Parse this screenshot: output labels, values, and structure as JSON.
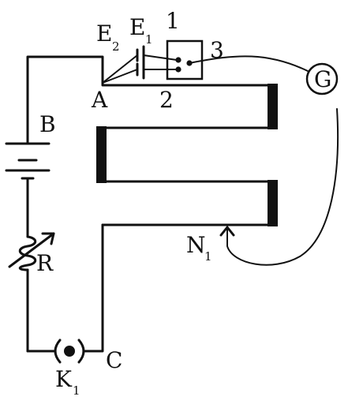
{
  "diagram": {
    "labels": {
      "A": "A",
      "B": "B",
      "C": "C",
      "R": "R",
      "G": "G",
      "E1": "E",
      "E1_sub": "1",
      "E2": "E",
      "E2_sub": "2",
      "N1": "N",
      "N1_sub": "1",
      "K1": "K",
      "K1_sub": "1",
      "key_1": "1",
      "key_2": "2",
      "key_3": "3"
    },
    "colors": {
      "line": "#111111",
      "background": "#ffffff"
    },
    "icons": {
      "galvanometer": "galvanometer-icon",
      "battery": "battery-icon",
      "rheostat": "rheostat-icon",
      "plug_key": "plug-key-icon",
      "two_way_key": "two-way-key-icon",
      "jockey": "jockey-arrow-icon"
    }
  }
}
